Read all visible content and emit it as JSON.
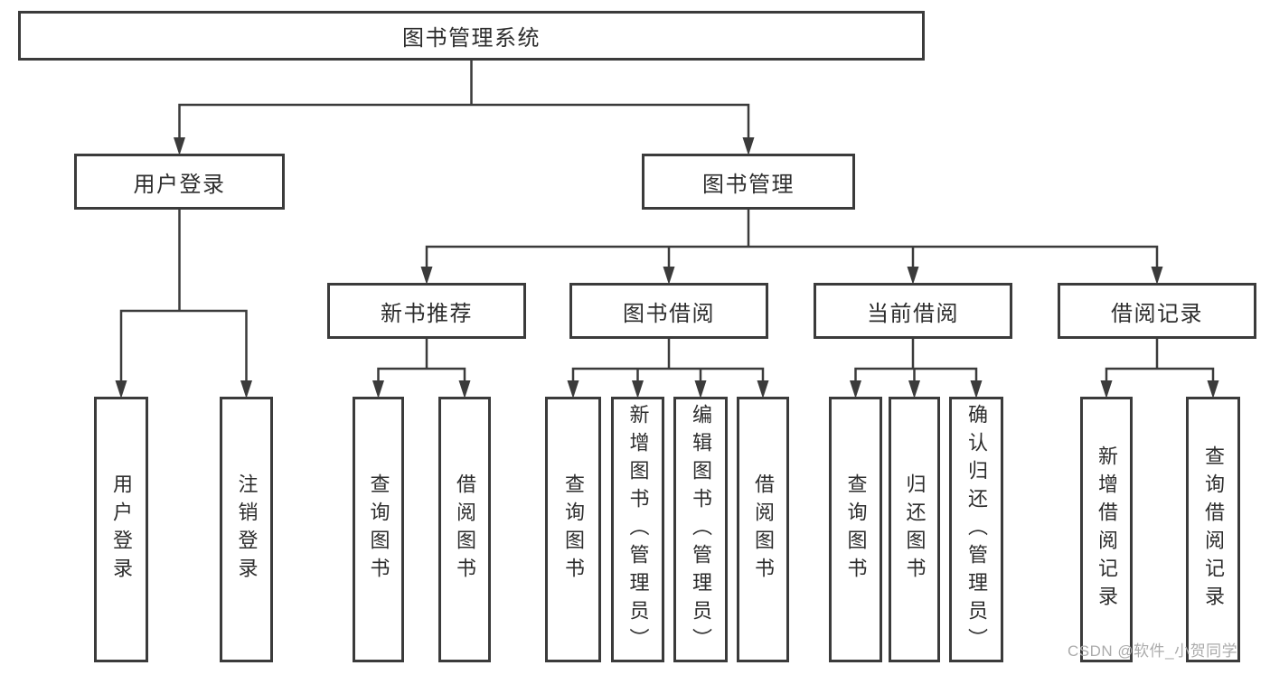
{
  "page": {
    "background": "#ffffff"
  },
  "diagram": {
    "line_color": "#3b3b3b",
    "text_color": "#2d2d2d",
    "box_fill": "#ffffff",
    "tree": {
      "id": "root",
      "label": "图书管理系统",
      "children": [
        {
          "id": "login",
          "label": "用户登录",
          "children": [
            {
              "id": "login-user",
              "label": "用户登录"
            },
            {
              "id": "login-logout",
              "label": "注销登录"
            }
          ]
        },
        {
          "id": "mgmt",
          "label": "图书管理",
          "children": [
            {
              "id": "newbook",
              "label": "新书推荐",
              "children": [
                {
                  "id": "nb-query",
                  "label": "查询图书"
                },
                {
                  "id": "nb-borrow",
                  "label": "借阅图书"
                }
              ]
            },
            {
              "id": "borrow",
              "label": "图书借阅",
              "children": [
                {
                  "id": "bw-query",
                  "label": "查询图书"
                },
                {
                  "id": "bw-add",
                  "label": "新增图书（管理员）"
                },
                {
                  "id": "bw-edit",
                  "label": "编辑图书（管理员）"
                },
                {
                  "id": "bw-borrow",
                  "label": "借阅图书"
                }
              ]
            },
            {
              "id": "current",
              "label": "当前借阅",
              "children": [
                {
                  "id": "cu-query",
                  "label": "查询图书"
                },
                {
                  "id": "cu-return",
                  "label": "归还图书"
                },
                {
                  "id": "cu-confirm",
                  "label": "确认归还（管理员）"
                }
              ]
            },
            {
              "id": "records",
              "label": "借阅记录",
              "children": [
                {
                  "id": "rc-add",
                  "label": "新增借阅记录"
                },
                {
                  "id": "rc-query",
                  "label": "查询借阅记录"
                }
              ]
            }
          ]
        }
      ]
    }
  },
  "watermark": {
    "text": "CSDN @软件_小贺同学",
    "color": "#ababab"
  }
}
